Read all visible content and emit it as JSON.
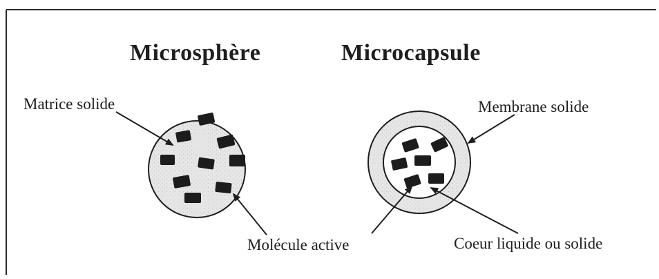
{
  "diagram": {
    "titles": {
      "microsphere": "Microsphère",
      "microcapsule": "Microcapsule"
    },
    "labels": {
      "matrix": "Matrice solide",
      "membrane": "Membrane solide",
      "active_molecule": "Molécule active",
      "core": "Coeur liquide ou solide"
    },
    "colors": {
      "frame": "#2a2a2a",
      "sphere_fill": "#e4e4e4",
      "particle": "#1c1c1c",
      "capsule_inner": "#ffffff",
      "ink": "#1e1e1e"
    }
  }
}
